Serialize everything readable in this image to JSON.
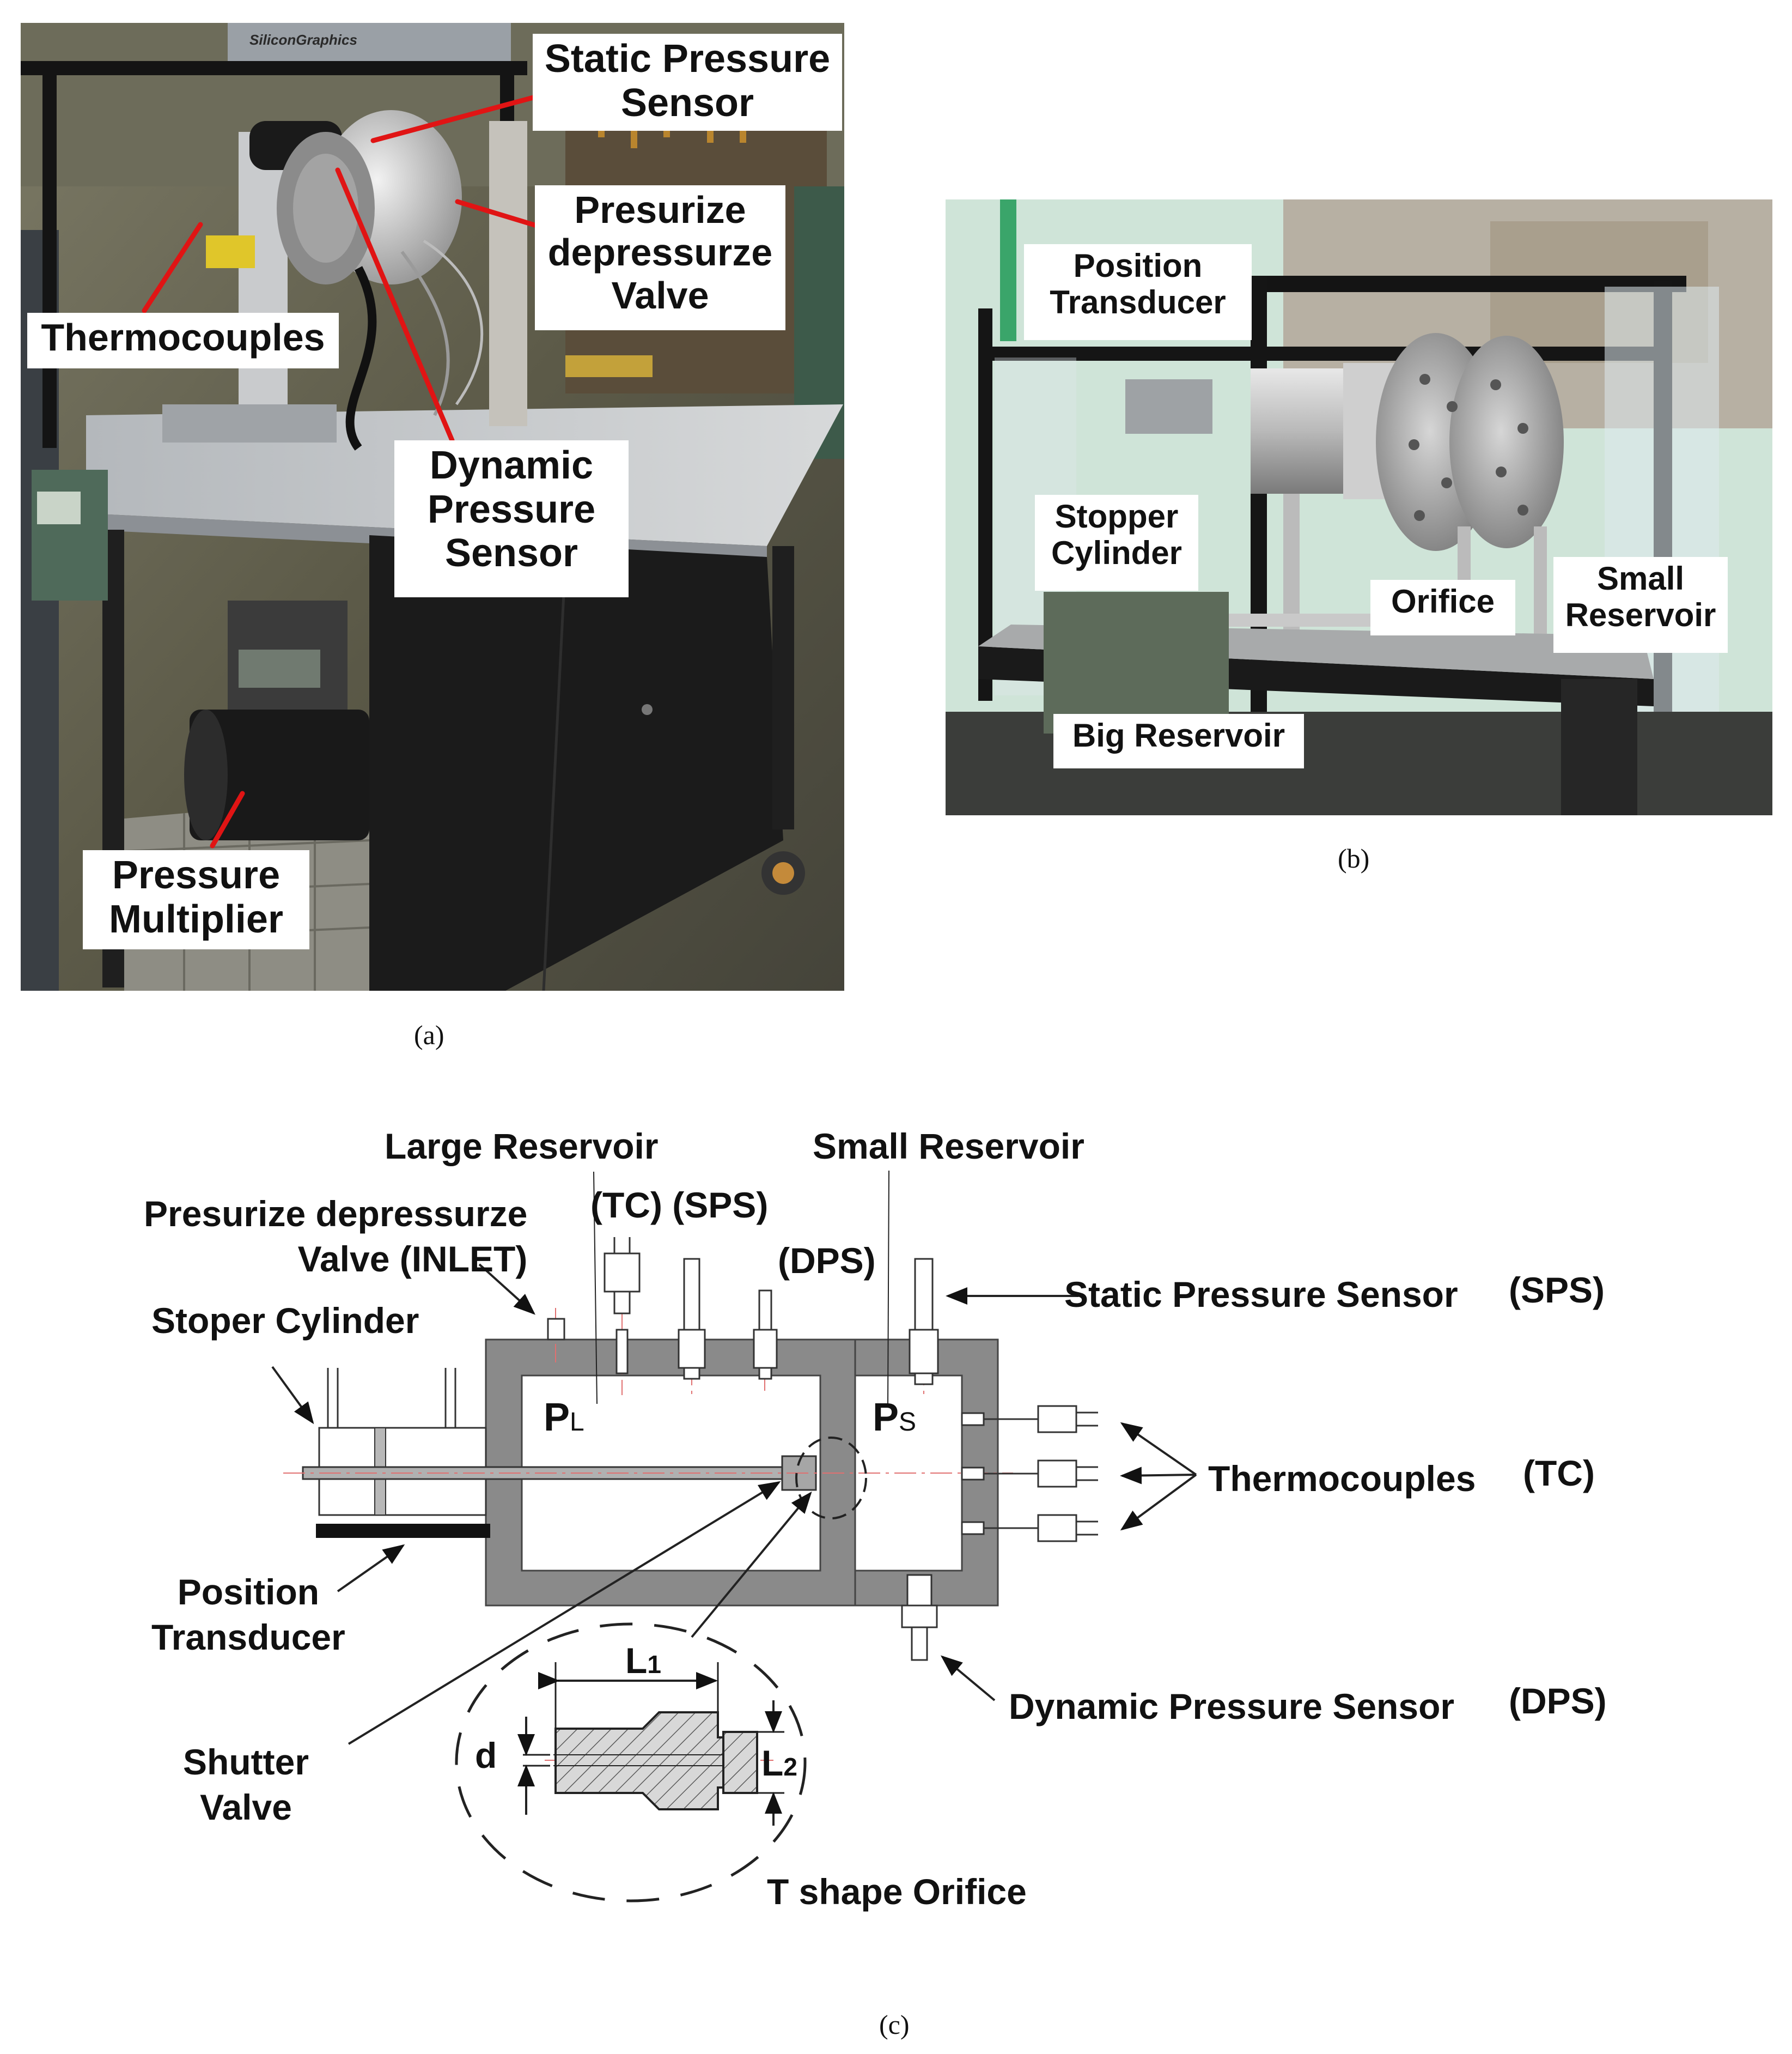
{
  "panel_a": {
    "caption": "(a)",
    "labels": {
      "static_pressure_sensor": "Static Pressure\nSensor",
      "presurize_valve": "Presurize\ndepressurze\nValve",
      "thermocouples": "Thermocouples",
      "dynamic_pressure_sensor": "Dynamic\nPressure\nSensor",
      "pressure_multiplier": "Pressure\nMultiplier"
    },
    "photo_text": {
      "brand": "SiliconGraphics"
    }
  },
  "panel_b": {
    "caption": "(b)",
    "labels": {
      "position_transducer": "Position\nTransducer",
      "stopper_cylinder": "Stopper\nCylinder",
      "orifice": "Orifice",
      "small_reservoir": "Small\nReservoir",
      "big_reservoir": "Big Reservoir"
    }
  },
  "panel_c": {
    "caption": "(c)",
    "labels": {
      "large_reservoir": "Large Reservoir",
      "small_reservoir": "Small Reservoir",
      "tc_sps": "(TC) (SPS)",
      "dps": "(DPS)",
      "presurize_valve_inlet": "Presurize depressurze\nValve (INLET)",
      "stoper_cylinder": "Stoper Cylinder",
      "static_pressure_sensor": "Static Pressure Sensor",
      "sps": "(SPS)",
      "thermocouples": "Thermocouples",
      "tc": "(TC)",
      "position_transducer": "Position\nTransducer",
      "shutter_valve": "Shutter\nValve",
      "dynamic_pressure_sensor": "Dynamic Pressure Sensor",
      "dps_right": "(DPS)",
      "t_shape_orifice": "T shape Orifice",
      "pl_main": "P",
      "pl_sub": "L",
      "ps_main": "P",
      "ps_sub": "S",
      "l1_main": "L",
      "l1_sub": "1",
      "l2_main": "L",
      "l2_sub": "2",
      "d": "d"
    }
  },
  "colors": {
    "callout_line": "#e01414",
    "body_gray": "#8a8a8a",
    "centerline": "#e07070"
  }
}
